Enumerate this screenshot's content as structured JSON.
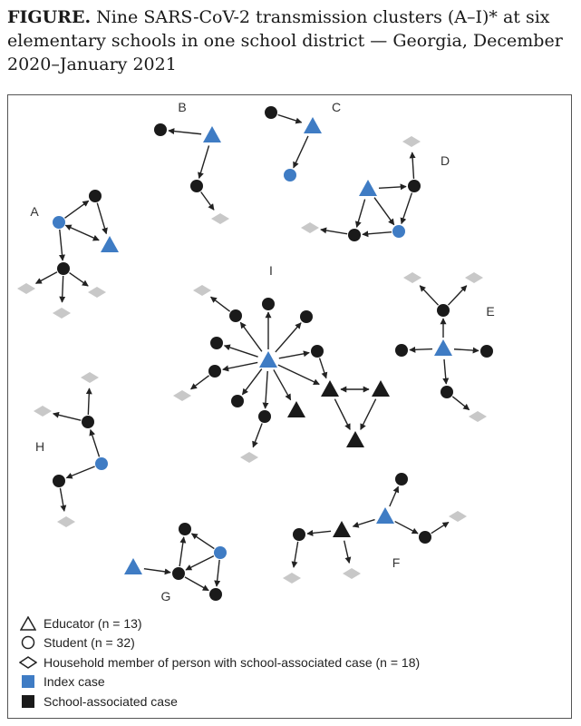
{
  "figure": {
    "label": "FIGURE.",
    "title": "Nine SARS-CoV-2 transmission clusters (A–I)* at six elementary schools in one school district — Georgia, December 2020–January 2021"
  },
  "clusters": [
    "A",
    "B",
    "C",
    "D",
    "E",
    "F",
    "G",
    "H",
    "I"
  ],
  "legend": {
    "educator": "Educator (n = 13)",
    "student": "Student (n = 32)",
    "household": "Household member of person with school-associated case (n = 18)",
    "index": "Index case",
    "school": "School-associated case"
  },
  "colors": {
    "index": "#3f7cc4",
    "school": "#1a1a1a",
    "household": "#c8c8c8",
    "edge": "#222222",
    "border": "#555555"
  }
}
